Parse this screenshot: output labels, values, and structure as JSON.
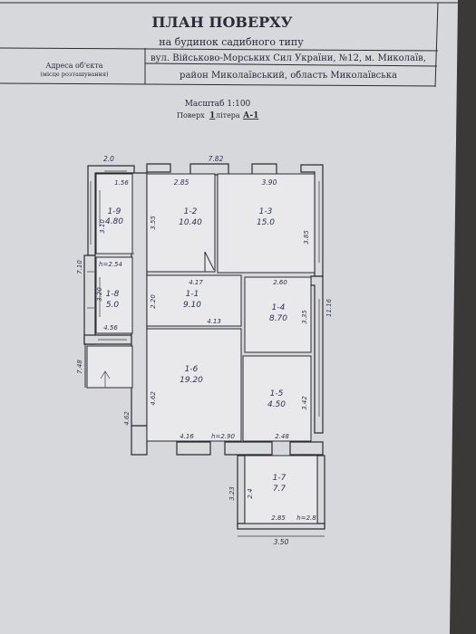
{
  "header": {
    "title": "ПЛАН ПОВЕРХУ",
    "subtitle": "на будинок садибного типу",
    "address_label": "Адреса об'єкта",
    "address_sublabel": "(місце розташування)",
    "address_line1": "вул. Військово-Морських Сил України, №12, м. Миколаїв,",
    "address_line2": "район Миколаївський, область Миколаївська"
  },
  "plan_info": {
    "scale": "Масштаб 1:100",
    "floor_prefix": "Поверх",
    "floor_value": "1",
    "litera_prefix": "літера",
    "litera_value": "А-1"
  },
  "rooms": [
    {
      "id": "1-1",
      "area": "9.10"
    },
    {
      "id": "1-2",
      "area": "10.40"
    },
    {
      "id": "1-3",
      "area": "15.0"
    },
    {
      "id": "1-4",
      "area": "8.70"
    },
    {
      "id": "1-5",
      "area": "4.50"
    },
    {
      "id": "1-6",
      "area": "19.20"
    },
    {
      "id": "1-7",
      "area": "7.7"
    },
    {
      "id": "1-8",
      "area": "5.0"
    },
    {
      "id": "1-9",
      "area": "4.80"
    }
  ],
  "dimensions": {
    "top_left": "2.0",
    "top_mid": "7.82",
    "r12_w": "2.85",
    "r13_w": "3.90",
    "r19_w": "1.56",
    "r19_h": "3.10",
    "r12_h": "3.55",
    "r13_h": "3.85",
    "left_total": "7.10",
    "ceiling_h": "h=2.54",
    "r11_top": "4.17",
    "r14_top": "2.60",
    "right_total": "11.16",
    "r18_h": "3.20",
    "r11_h": "2.20",
    "r14_h": "3.35",
    "r11_bottom": "4.13",
    "r18_w": "4.56",
    "left_ext": "7.48",
    "r16_h": "4.62",
    "r15_h": "3.42",
    "r16_bottom": "4.16",
    "ceiling_h2": "h=2.90",
    "r15_bottom": "2.48",
    "left_ext2": "4.62",
    "r17_h": "3.23",
    "r17_h2": "2.4",
    "r17_w": "2.85",
    "ceiling_h3": "h=2.8",
    "bottom_w": "3.50"
  }
}
